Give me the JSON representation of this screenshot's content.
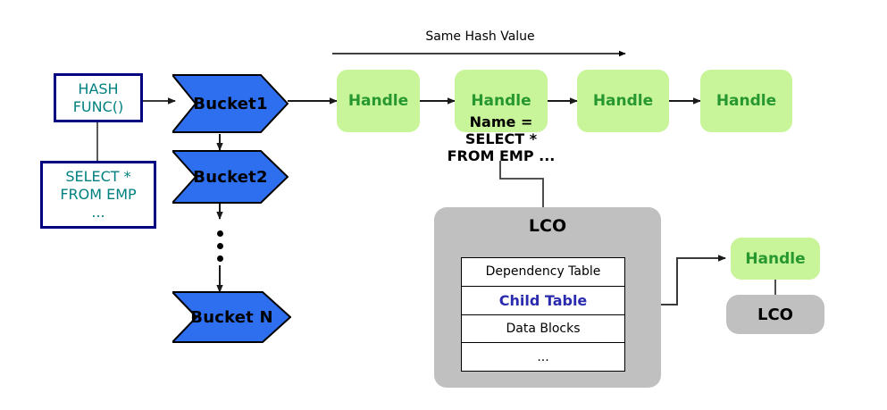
{
  "diagram": {
    "title_annotation": "Same Hash Value",
    "inputs": [
      {
        "name": "hash-func",
        "lines": [
          "HASH",
          "FUNC()"
        ]
      },
      {
        "name": "sql-statement",
        "lines": [
          "SELECT *",
          "FROM EMP",
          "..."
        ]
      }
    ],
    "buckets": [
      {
        "label": "Bucket1"
      },
      {
        "label": "Bucket2"
      },
      {
        "label": "Bucket N"
      }
    ],
    "handles": [
      {
        "label": "Handle"
      },
      {
        "label": "Handle"
      },
      {
        "label": "Handle"
      },
      {
        "label": "Handle"
      }
    ],
    "handle_name_annotation": {
      "lines": [
        "Name =",
        "SELECT *",
        "FROM EMP ..."
      ]
    },
    "lco_main": {
      "title": "LCO",
      "rows": [
        {
          "text": "Dependency Table",
          "highlight": false
        },
        {
          "text": "Child Table",
          "highlight": true
        },
        {
          "text": "Data Blocks",
          "highlight": false
        },
        {
          "text": "...",
          "highlight": false
        }
      ]
    },
    "child_target": {
      "handle_label": "Handle",
      "lco_label": "LCO"
    },
    "colors": {
      "bucket_fill": "#2d6fef",
      "bucket_stroke": "#000000",
      "handle_fill": "#c9f59a",
      "handle_text": "#27982f",
      "navy_border": "#000080",
      "teal_text": "#008080",
      "gray_fill": "#c0c0c0",
      "child_table_text": "#2b2bb0",
      "connector": "#3a3a3a",
      "background": "#ffffff"
    }
  }
}
